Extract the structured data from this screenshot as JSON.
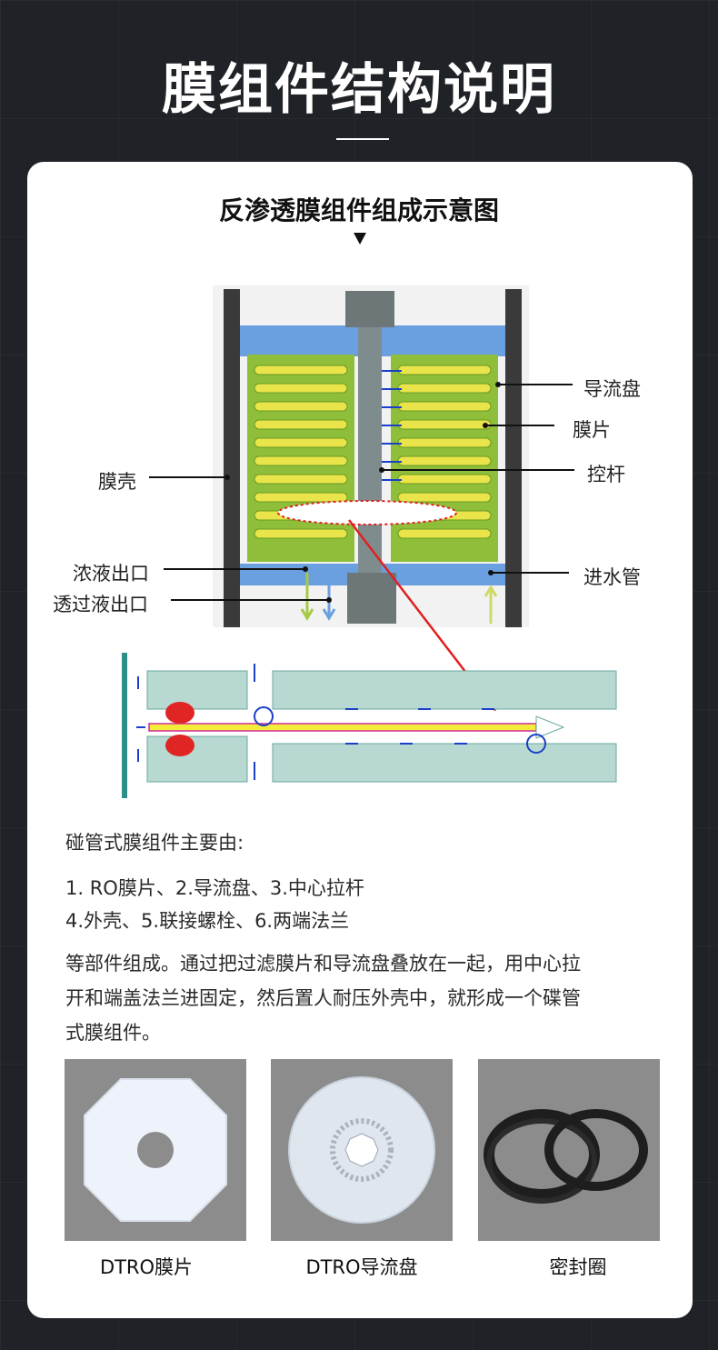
{
  "header": {
    "title": "膜组件结构说明"
  },
  "figure": {
    "subtitle": "反渗透膜组件组成示意图",
    "labels": {
      "guide_plate": "导流盘",
      "membrane_sheet": "膜片",
      "rod": "控杆",
      "shell": "膜壳",
      "concentrate_outlet": "浓液出口",
      "permeate_outlet": "透过液出口",
      "inlet_pipe": "进水管"
    },
    "colors": {
      "plate": "#5f9be0",
      "membrane": "#e6e33c",
      "membrane_edge": "#7ba526",
      "rod": "#7f8c8d",
      "shell": "#3a3a3a",
      "highlight": "#e02020"
    }
  },
  "description": {
    "intro": "碰管式膜组件主要由:",
    "list_line1": "1. RO膜片、2.导流盘、3.中心拉杆",
    "list_line2": "4.外壳、5.联接螺栓、6.两端法兰",
    "para_line1": "等部件组成。通过把过滤膜片和导流盘叠放在一起，用中心拉",
    "para_line2": "开和端盖法兰进固定，然后置人耐压外壳中，就形成一个碟管",
    "para_line3": "式膜组件。"
  },
  "products": [
    {
      "caption": "DTRO膜片",
      "icon": "octagon-membrane-icon"
    },
    {
      "caption": "DTRO导流盘",
      "icon": "guide-disc-icon"
    },
    {
      "caption": "密封圈",
      "icon": "seal-ring-icon"
    }
  ]
}
